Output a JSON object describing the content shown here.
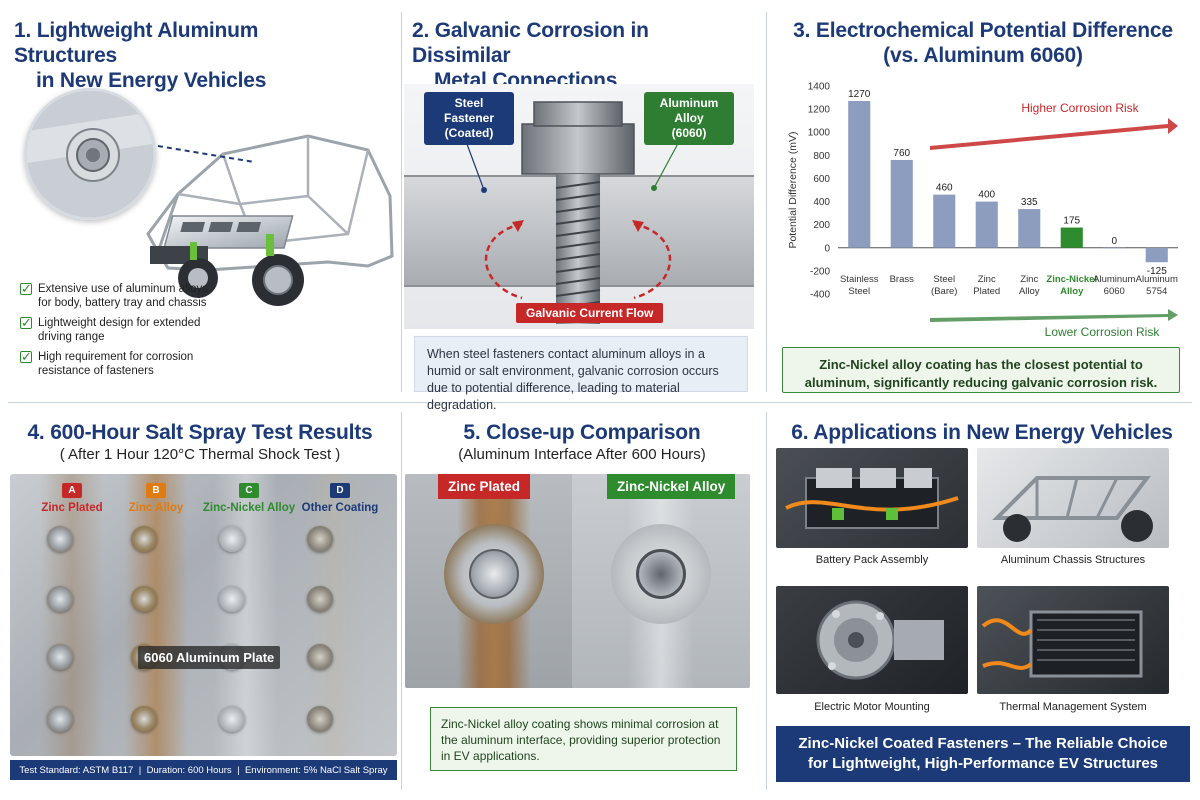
{
  "panel1": {
    "title_line1": "1. Lightweight Aluminum Structures",
    "title_line2": "in New Energy Vehicles",
    "bullets": [
      {
        "text": "Extensive use of aluminum alloys for body, battery tray and chassis"
      },
      {
        "text": "Lightweight design for extended driving range"
      },
      {
        "text": "High requirement for corrosion resistance of fasteners"
      }
    ]
  },
  "panel2": {
    "title_line1": "2. Galvanic Corrosion in Dissimilar",
    "title_line2": "Metal Connections",
    "callout_left": {
      "line1": "Steel Fastener",
      "line2": "(Coated)"
    },
    "callout_right": {
      "line1": "Aluminum Alloy",
      "line2": "(6060)"
    },
    "flow_label": "Galvanic Current Flow",
    "note": "When steel fasteners contact aluminum alloys in a humid or salt environment, galvanic corrosion occurs due to potential difference, leading to material degradation.",
    "colors": {
      "callout_left": "#1c3a78",
      "callout_right": "#2e7d32",
      "flow": "#c62828"
    }
  },
  "panel3": {
    "title_line1": "3. Electrochemical Potential Difference",
    "title_line2": "(vs. Aluminum 6060)",
    "high_risk_label": "Higher Corrosion Risk",
    "low_risk_label": "Lower Corrosion Risk",
    "conclusion": "Zinc-Nickel alloy coating has the closest potential to aluminum, significantly reducing galvanic corrosion risk."
  },
  "chart_data": {
    "type": "bar",
    "categories": [
      [
        "Stainless",
        "Steel"
      ],
      [
        "Brass"
      ],
      [
        "Steel",
        "(Bare)"
      ],
      [
        "Zinc",
        "Plated"
      ],
      [
        "Zinc",
        "Alloy"
      ],
      [
        "Zinc-Nickel",
        "Alloy"
      ],
      [
        "Aluminum",
        "6060"
      ],
      [
        "Aluminum",
        "5754"
      ]
    ],
    "values": [
      1270,
      760,
      460,
      400,
      335,
      175,
      0,
      -125
    ],
    "value_labels": [
      "1270",
      "760",
      "460",
      "400",
      "335",
      "175",
      "0",
      "-125"
    ],
    "highlight_index": 5,
    "ylabel": "Potential Difference (mV)",
    "ylim": [
      -400,
      1400
    ],
    "yticks": [
      -400,
      -200,
      0,
      200,
      400,
      600,
      800,
      1000,
      1200,
      1400
    ],
    "colors": {
      "bar": "#8d9dbf",
      "highlight": "#2e8b2e",
      "highlight_text": "#2e8b2e",
      "high_risk": "#c62828",
      "low_risk": "#2e7d32"
    }
  },
  "panel4": {
    "title": "4. 600-Hour Salt Spray Test Results",
    "subtitle": "( After 1 Hour 120°C Thermal Shock Test )",
    "lanes": [
      {
        "badge": "A",
        "name": "Zinc Plated",
        "color": "#c62828"
      },
      {
        "badge": "B",
        "name": "Zinc Alloy",
        "color": "#e07b12"
      },
      {
        "badge": "C",
        "name": "Zinc-Nickel Alloy",
        "color": "#2e8b2e"
      },
      {
        "badge": "D",
        "name": "Other Coating",
        "color": "#1c3a78"
      }
    ],
    "plate_label": "6060 Aluminum Plate",
    "standard": "Test Standard: ASTM B117",
    "duration": "Duration: 600 Hours",
    "environment": "Environment: 5% NaCl Salt Spray",
    "separator": "|"
  },
  "panel5": {
    "title": "5. Close-up Comparison",
    "subtitle": "(Aluminum Interface After 600 Hours)",
    "left_tag": "Zinc Plated",
    "right_tag": "Zinc-Nickel Alloy",
    "note": "Zinc-Nickel alloy coating shows minimal corrosion at the aluminum interface, providing superior protection in EV applications.",
    "colors": {
      "left_tag": "#c62828",
      "right_tag": "#2e8b2e"
    }
  },
  "panel6": {
    "title": "6. Applications in New Energy Vehicles",
    "apps": [
      {
        "caption": "Battery Pack Assembly"
      },
      {
        "caption": "Aluminum Chassis Structures"
      },
      {
        "caption": "Electric Motor Mounting"
      },
      {
        "caption": "Thermal Management System"
      }
    ],
    "footer_line1": "Zinc-Nickel Coated Fasteners – The Reliable Choice",
    "footer_line2": "for Lightweight, High-Performance EV Structures"
  }
}
